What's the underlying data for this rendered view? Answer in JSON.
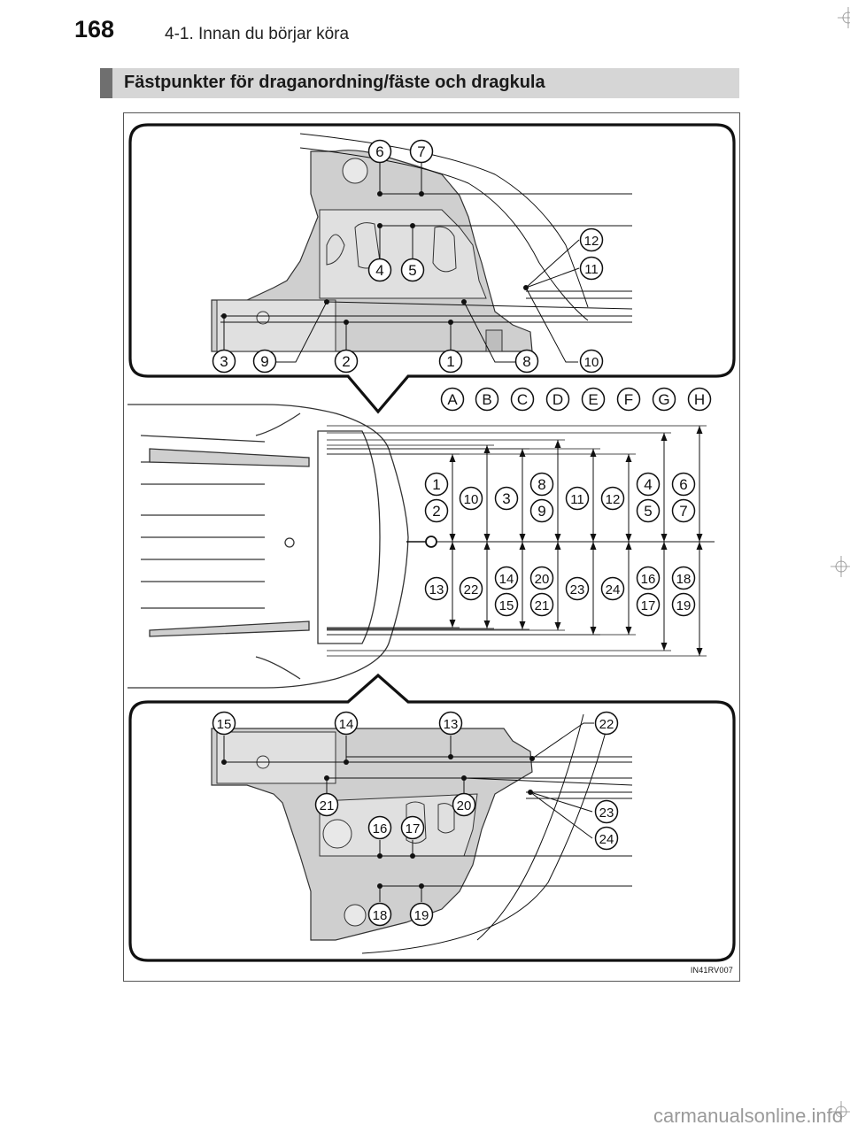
{
  "header": {
    "page_number": "168",
    "section": "4-1. Innan du börjar köra"
  },
  "section_title": "Fästpunkter för draganordning/fäste och dragkula",
  "figure": {
    "code": "IN41RV007",
    "top_callouts": [
      "6",
      "7",
      "12",
      "4",
      "5",
      "11",
      "3",
      "9",
      "2",
      "1",
      "8",
      "10"
    ],
    "column_letters": [
      "A",
      "B",
      "C",
      "D",
      "E",
      "F",
      "G",
      "H"
    ],
    "upper_numbers": [
      [
        "1",
        "2"
      ],
      [
        "10"
      ],
      [
        "3"
      ],
      [
        "8",
        "9"
      ],
      [
        "11"
      ],
      [
        "12"
      ],
      [
        "4",
        "5"
      ],
      [
        "6",
        "7"
      ]
    ],
    "lower_numbers": [
      [
        "13"
      ],
      [
        "22"
      ],
      [
        "14",
        "15"
      ],
      [
        "20",
        "21"
      ],
      [
        "23"
      ],
      [
        "24"
      ],
      [
        "16",
        "17"
      ],
      [
        "18",
        "19"
      ]
    ],
    "bottom_callouts": [
      "15",
      "14",
      "13",
      "22",
      "21",
      "20",
      "23",
      "16",
      "17",
      "24",
      "18",
      "19"
    ]
  },
  "watermark": "carmanualsonline.info"
}
